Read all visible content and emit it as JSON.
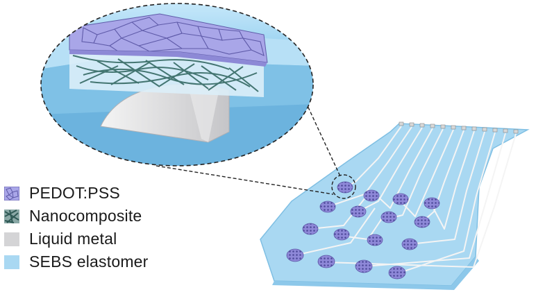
{
  "legend": {
    "items": [
      {
        "label": "PEDOT:PSS",
        "icon": "pedot-pss-swatch-icon",
        "color": "#a9a6e8"
      },
      {
        "label": "Nanocomposite",
        "icon": "nanocomposite-swatch-icon",
        "color": "#3c6f6a"
      },
      {
        "label": "Liquid metal",
        "icon": "liquid-metal-swatch-icon",
        "color": "#d4d4d6"
      },
      {
        "label": "SEBS elastomer",
        "icon": "sebs-elastomer-swatch-icon",
        "color": "#a9d8f2"
      }
    ]
  },
  "colors": {
    "pedot": "#a9a6e8",
    "pedot_edge": "#5e5aa8",
    "nanocomposite": "#3c6f6a",
    "liquid_metal": "#d4d4d6",
    "sebs": "#a9d8f2",
    "sebs_dark": "#7fbfe3",
    "trace": "#f2f2f2"
  }
}
